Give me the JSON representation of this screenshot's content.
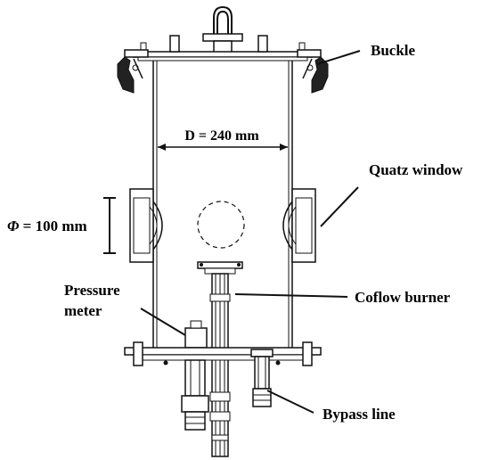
{
  "labels": {
    "buckle": "Buckle",
    "quartz_window": "Quatz window",
    "diameter": "D = 240 mm",
    "phi_symbol": "Φ",
    "phi_value": " = 100 mm",
    "pressure_meter_line1": "Pressure",
    "pressure_meter_line2": "meter",
    "coflow_burner": "Coflow burner",
    "bypass_line": "Bypass line"
  },
  "colors": {
    "line": "#111111",
    "background": "#ffffff"
  }
}
